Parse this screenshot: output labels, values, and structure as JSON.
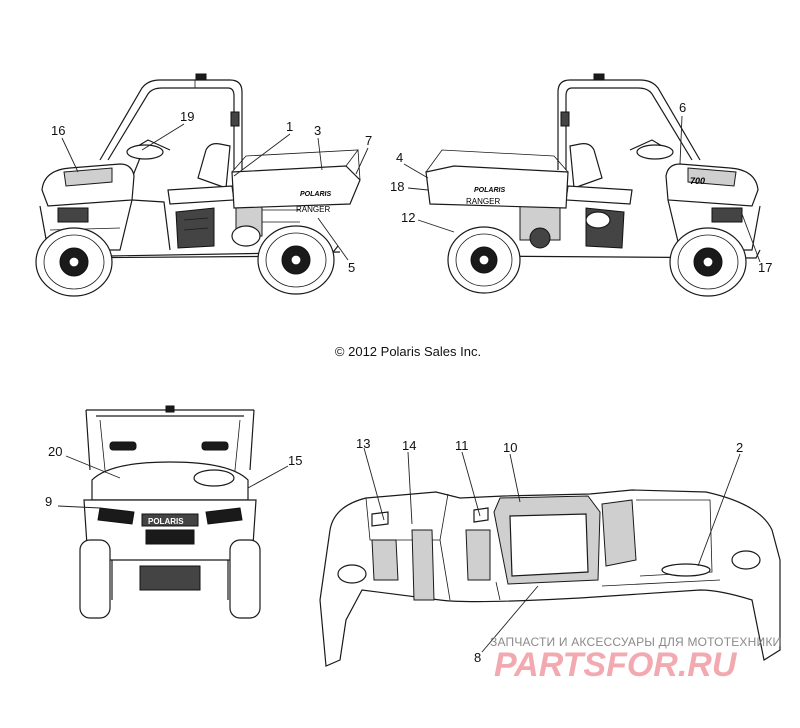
{
  "copyright": "© 2012 Polaris Sales Inc.",
  "decals": {
    "brand": "POLARIS",
    "model": "RANGER",
    "model_number": "700"
  },
  "callouts": {
    "c1": "1",
    "c2": "2",
    "c3": "3",
    "c4": "4",
    "c5": "5",
    "c6": "6",
    "c7": "7",
    "c8": "8",
    "c9": "9",
    "c10": "10",
    "c11": "11",
    "c12": "12",
    "c13": "13",
    "c14": "14",
    "c15": "15",
    "c16": "16",
    "c17": "17",
    "c18": "18",
    "c19": "19",
    "c20": "20"
  },
  "watermark": {
    "caption": "ЗАПЧАСТИ И АКСЕССУАРЫ ДЛЯ МОТОТЕХНИКИ",
    "logo": "PARTSFOR.RU"
  }
}
